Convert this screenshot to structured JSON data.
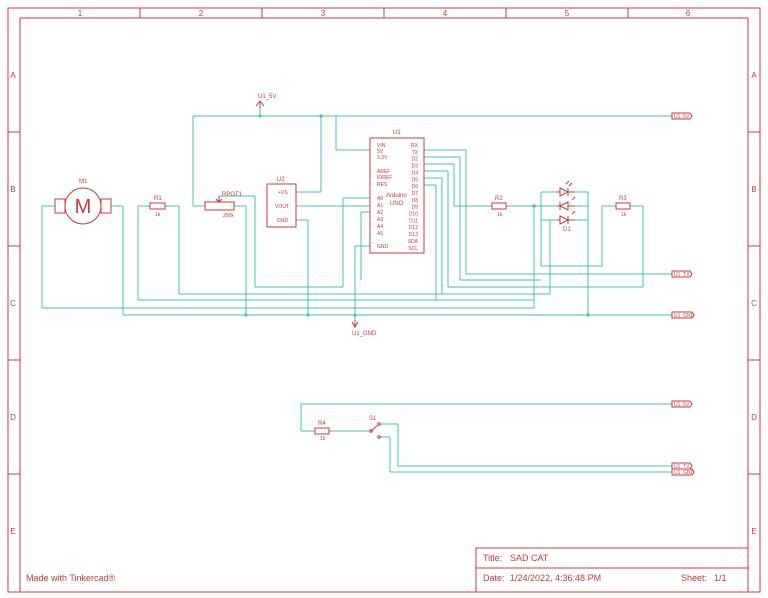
{
  "columns": [
    "1",
    "2",
    "3",
    "4",
    "5",
    "6"
  ],
  "rows": [
    "A",
    "B",
    "C",
    "D",
    "E"
  ],
  "title_block": {
    "title_label": "Title:",
    "title_value": "SAD CAT",
    "date_label": "Date:",
    "date_value": "1/24/2022, 4:36:48 PM",
    "sheet_label": "Sheet:",
    "sheet_value": "1/1",
    "made_with": "Made with Tinkercad®"
  },
  "net_labels": {
    "u1_5v": "U1_5V",
    "u1_gnd": "U1_GND",
    "u1_tx": "U1_TX",
    "net_5v": "U1_5V",
    "net_tx": "U1_TX",
    "net_gnd": "U1_GND",
    "net_5v_2": "U1_5V",
    "net_tx_2": "U1_TX",
    "net_gnd_2": "U1_GND"
  },
  "components": {
    "m1_ref": "M1",
    "m1_symbol": "M",
    "r1_ref": "R1",
    "r1_value": "1k",
    "rpot1_ref": "RPOT1",
    "rpot1_value": "250k",
    "u2_ref": "U2",
    "u2_pins": [
      "+VS",
      "VOUT",
      "GND"
    ],
    "u1_ref": "U1",
    "u1_name": "Arduino",
    "u1_model": "UNO",
    "u1_left_pins": [
      "VIN",
      "5V",
      "3.3V",
      "AREF",
      "IOREF",
      "RES",
      "A0",
      "A1",
      "A2",
      "A3",
      "A4",
      "A5",
      "GND"
    ],
    "u1_right_pins": [
      "RX",
      "TX",
      "D2",
      "D3",
      "D4",
      "D5",
      "D6",
      "D7",
      "D8",
      "D9",
      "D10",
      "D11",
      "D12",
      "D13",
      "SDA",
      "SCL"
    ],
    "r2_ref": "R2",
    "r2_value": "1k",
    "d1_ref": "D1",
    "r3_ref": "R3",
    "r3_value": "1k",
    "r4_ref": "R4",
    "r4_value": "1k",
    "s1_ref": "S1"
  },
  "colors": {
    "frame": "#d03a3a",
    "wire": "#45c3a8",
    "component": "#c43b3b"
  }
}
